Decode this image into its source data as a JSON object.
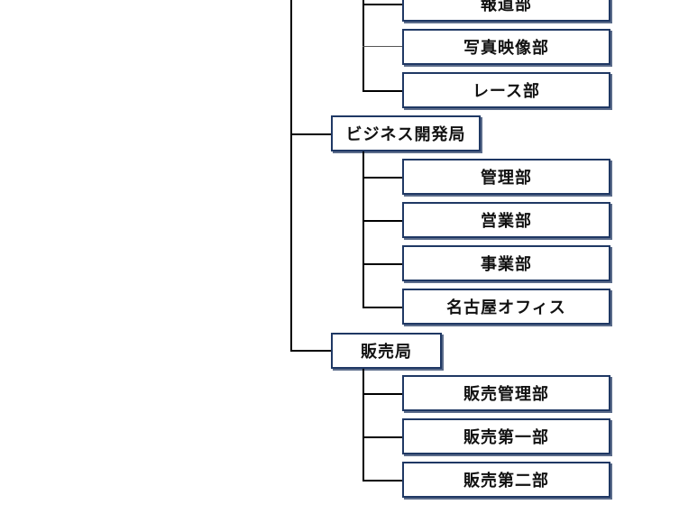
{
  "colors": {
    "box_border": "#1f3864",
    "box_shadow": "#5a6b8a",
    "connector": "#000000",
    "text": "#111111"
  },
  "org": {
    "groups": [
      {
        "departments": [
          {
            "name": "報道部"
          },
          {
            "name": "写真映像部"
          },
          {
            "name": "レース部"
          }
        ]
      },
      {
        "name": "ビジネス開発局",
        "departments": [
          {
            "name": "管理部"
          },
          {
            "name": "営業部"
          },
          {
            "name": "事業部"
          },
          {
            "name": "名古屋オフィス"
          }
        ]
      },
      {
        "name": "販売局",
        "departments": [
          {
            "name": "販売管理部"
          },
          {
            "name": "販売第一部"
          },
          {
            "name": "販売第二部"
          }
        ]
      }
    ]
  }
}
